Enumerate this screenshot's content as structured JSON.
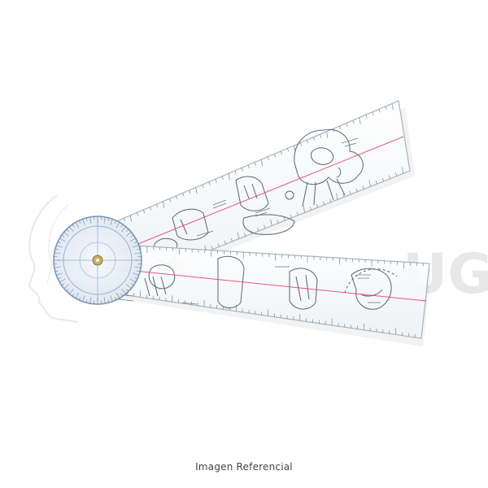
{
  "caption": "Imagen Referencial",
  "product": {
    "name": "goniometer-ruler",
    "colors": {
      "arm_fill": "#f7f9fb",
      "arm_edge": "#aab4bd",
      "tick": "#7a8690",
      "sketch": "#5c6670",
      "axis_line": "#e0406a",
      "dial_fill": "#e9f1fa",
      "dial_ring": "#6b8fb8",
      "pivot": "#c9ad66"
    }
  },
  "watermark": {
    "letters": "UG",
    "color": "#e3e3e3"
  }
}
